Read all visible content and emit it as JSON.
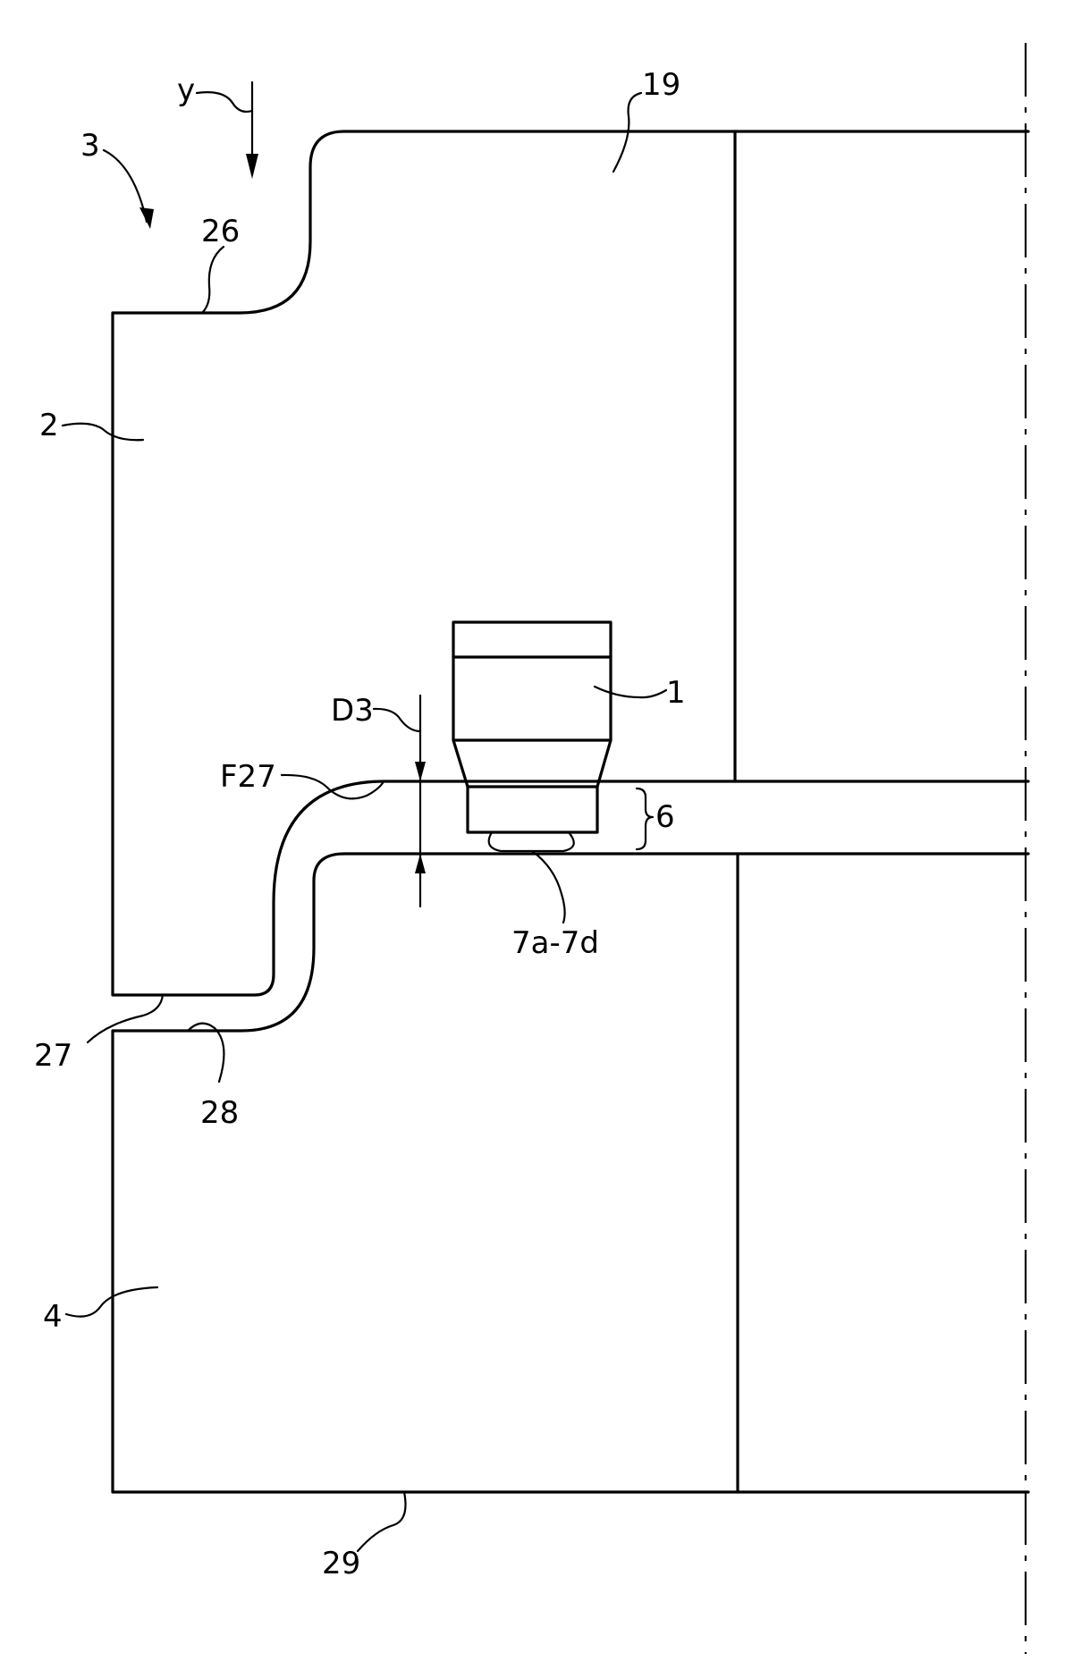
{
  "labels": {
    "ref_3": "3",
    "ref_y": "y",
    "ref_26": "26",
    "ref_19": "19",
    "ref_2": "2",
    "ref_1": "1",
    "ref_D3": "D3",
    "ref_F27": "F27",
    "ref_6": "6",
    "ref_7": "7a-7d",
    "ref_27": "27",
    "ref_28": "28",
    "ref_4": "4",
    "ref_29": "29"
  }
}
